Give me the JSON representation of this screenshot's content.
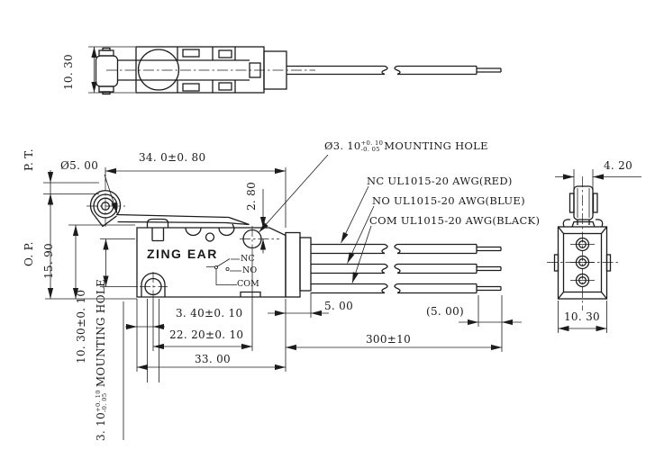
{
  "top_view": {
    "body_width_dim": "10. 30"
  },
  "front_view": {
    "pretravel": "P. T.",
    "op": "O. P.",
    "roller_dia": "Ø5. 00",
    "lever_length": "34. 0±0. 80",
    "hole_top_offset": "2. 80",
    "height": "15. 90",
    "brand": "ZING EAR",
    "circuit": {
      "nc": "NC",
      "no": "NO",
      "com": "COM"
    },
    "holes_vertical": "10. 30±0. 10",
    "hole_note": {
      "dia": "3. 10",
      "tol_plus": "+0. 10",
      "tol_minus": "-0. 05",
      "label": "MOUNTING HOLE"
    },
    "hole_from_left": "3. 40±0. 10",
    "holes_horizontal": "22. 20±0. 10",
    "width": "33. 00",
    "boot_length": "5. 00",
    "strip_length": "(5. 00)",
    "wire_length": "300±10"
  },
  "callouts": {
    "mounting_hole": {
      "dia": "Ø3. 10",
      "tol_plus": "+0. 10",
      "tol_minus": "-0. 05",
      "label": "MOUNTING HOLE"
    },
    "wire_nc": "NC UL1015-20 AWG(RED)",
    "wire_no": "NO UL1015-20 AWG(BLUE)",
    "wire_com": "COM UL1015-20 AWG(BLACK)"
  },
  "side_view": {
    "roller_width": "4. 20",
    "body_width": "10. 30"
  }
}
